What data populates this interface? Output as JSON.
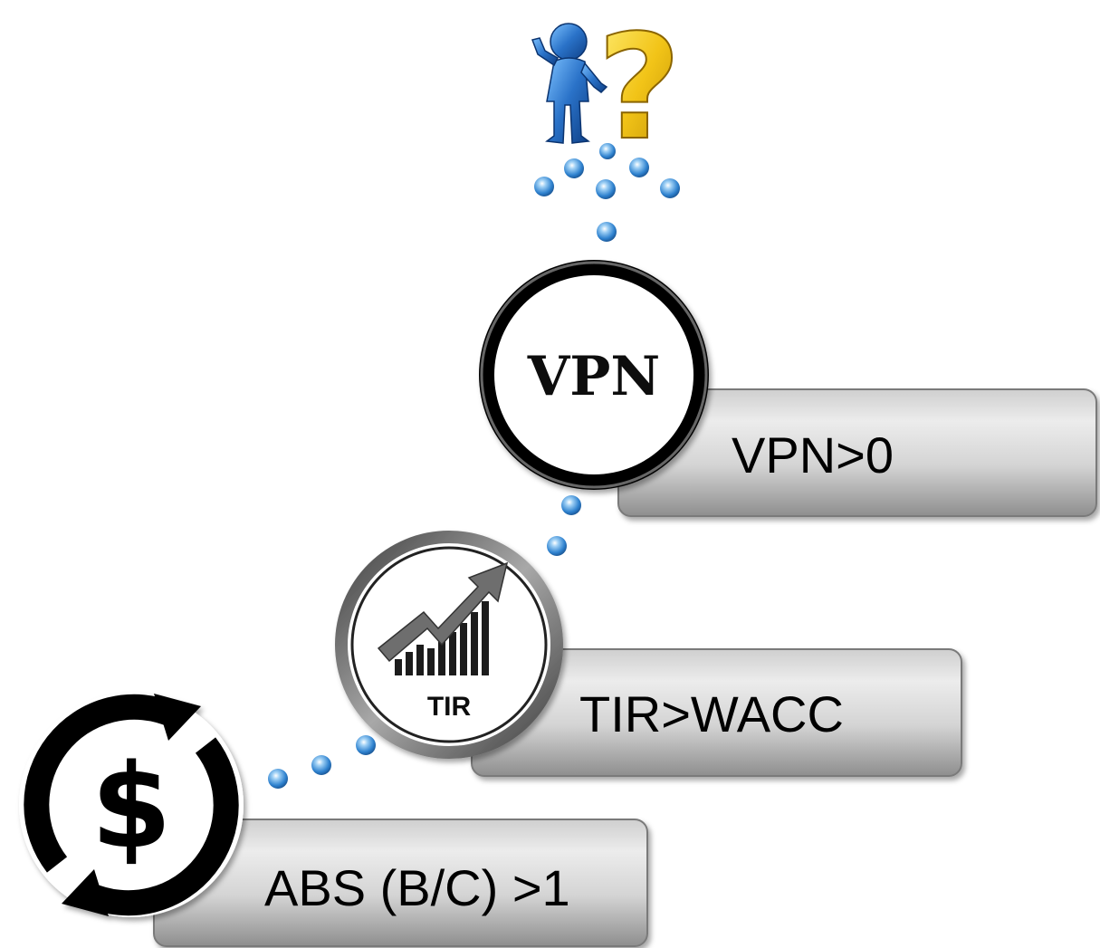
{
  "steps": [
    {
      "icon": "dollar-cycle-icon",
      "label": "ABS (B/C) >1"
    },
    {
      "icon": "growth-chart-icon",
      "badge_text": "TIR",
      "label": "TIR>WACC"
    },
    {
      "icon": "vpn-text-icon",
      "badge_text": "VPN",
      "label": "VPN>0"
    }
  ],
  "top_icon": "person-question-icon",
  "dollar_symbol": "$",
  "question_mark": "?",
  "colors": {
    "box_fill_light": "#e4e4e4",
    "box_fill_dark": "#9a9a9a",
    "dot": "#3a8fd8",
    "figure": "#2a72c8",
    "question": "#f2c418"
  }
}
